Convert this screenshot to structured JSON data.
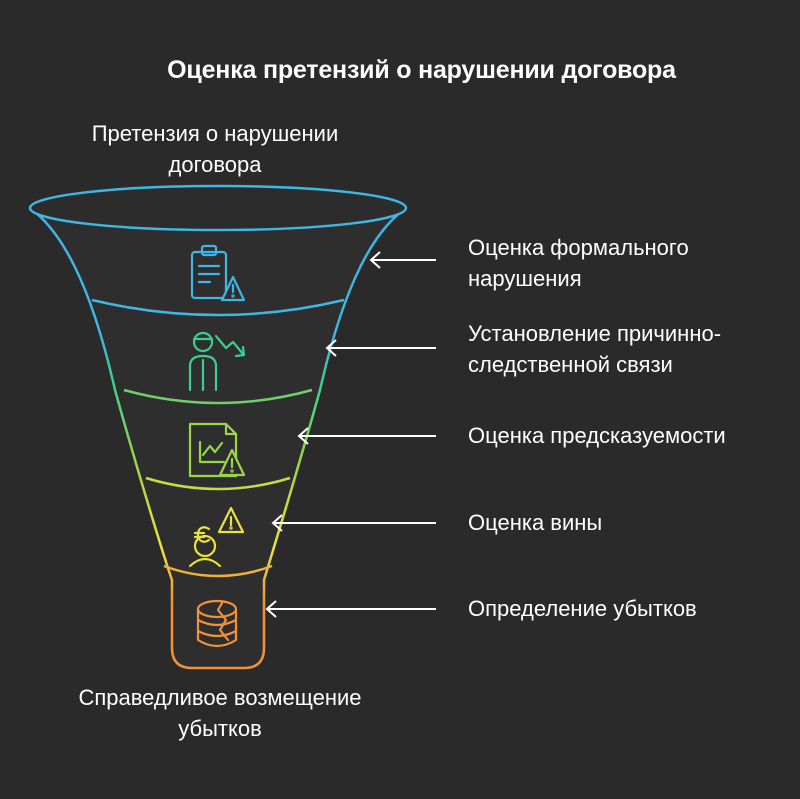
{
  "title": "Оценка претензий о нарушении договора",
  "input_label": "Претензия о нарушении договора",
  "output_label": "Справедливое возмещение убытков",
  "stages": [
    {
      "label": "Оценка формального нарушения",
      "color": "#3fb6e3",
      "icon": "clipboard-warning-icon"
    },
    {
      "label": "Установление причинно-следственной связи",
      "color": "#3ccf8c",
      "icon": "person-declining-trend-icon"
    },
    {
      "label": "Оценка предсказуемости",
      "color": "#9ad64a",
      "icon": "document-chart-warning-icon"
    },
    {
      "label": "Оценка вины",
      "color": "#ece33a",
      "icon": "person-euro-warning-icon"
    },
    {
      "label": "Определение убытков",
      "color": "#f0913c",
      "icon": "broken-coin-stack-icon"
    }
  ]
}
